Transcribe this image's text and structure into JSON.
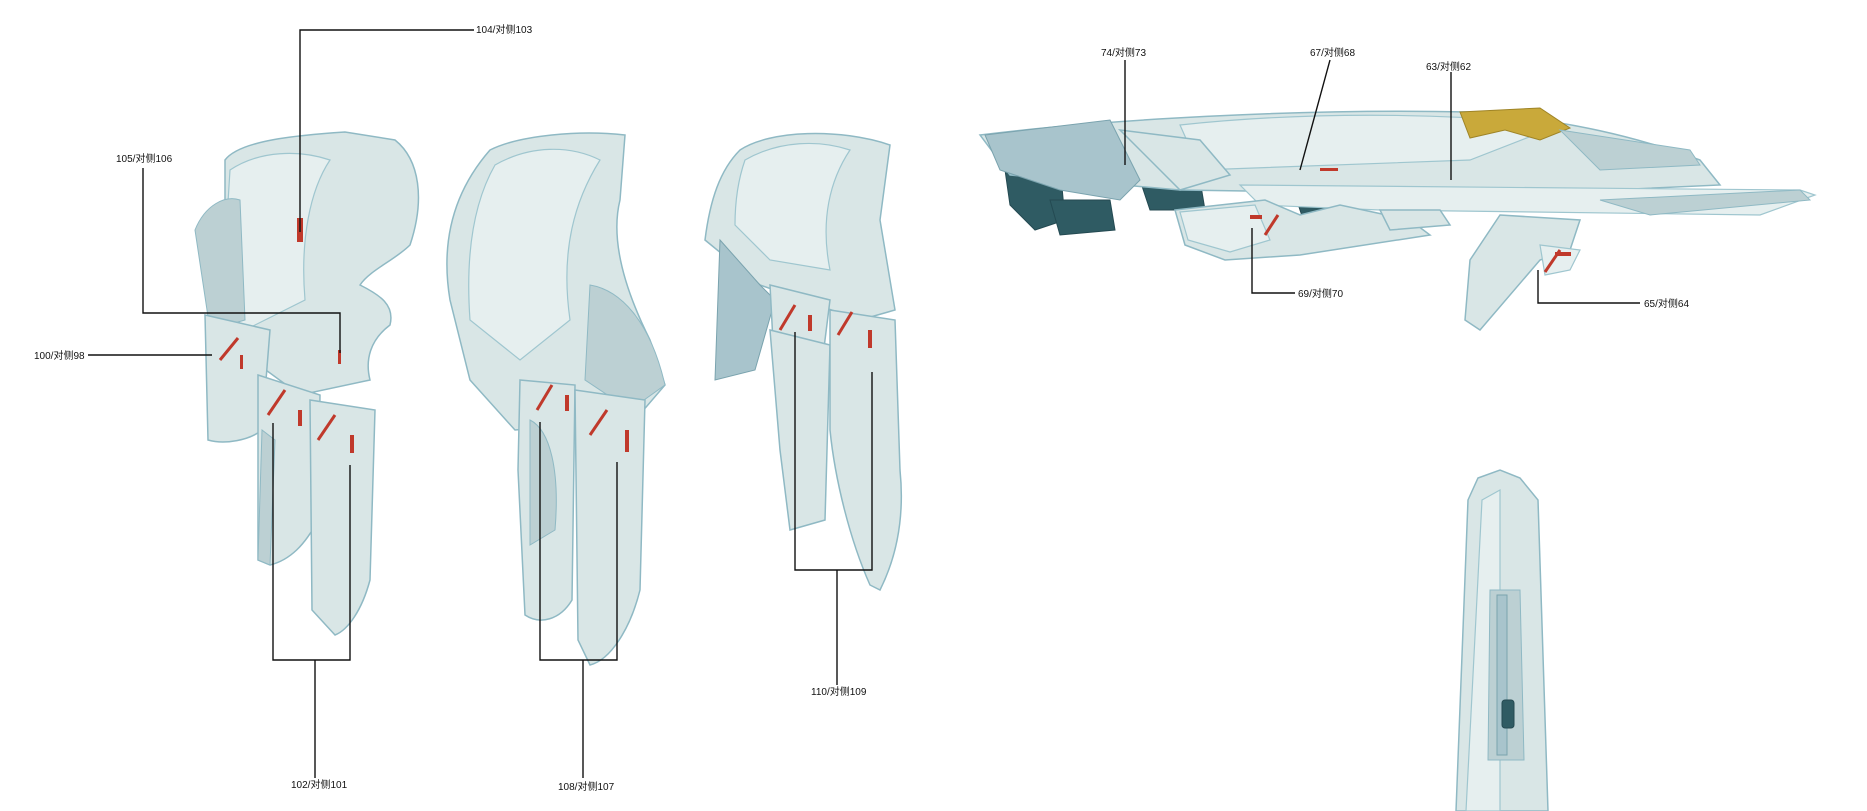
{
  "callouts": {
    "c104": "104/对侧103",
    "c105": "105/对侧106",
    "c100": "100/对侧98",
    "c102": "102/对侧101",
    "c108": "108/对侧107",
    "c110": "110/对侧109",
    "c74": "74/对侧73",
    "c67": "67/对侧68",
    "c63": "63/对侧62",
    "c69": "69/对侧70",
    "c65": "65/对侧64"
  },
  "colors": {
    "armor": "#d9e6e6",
    "armor_edge": "#8fb9c4",
    "decal_red": "#c0392b",
    "accent_gold": "#c9a93a",
    "leader_line": "#111111"
  }
}
